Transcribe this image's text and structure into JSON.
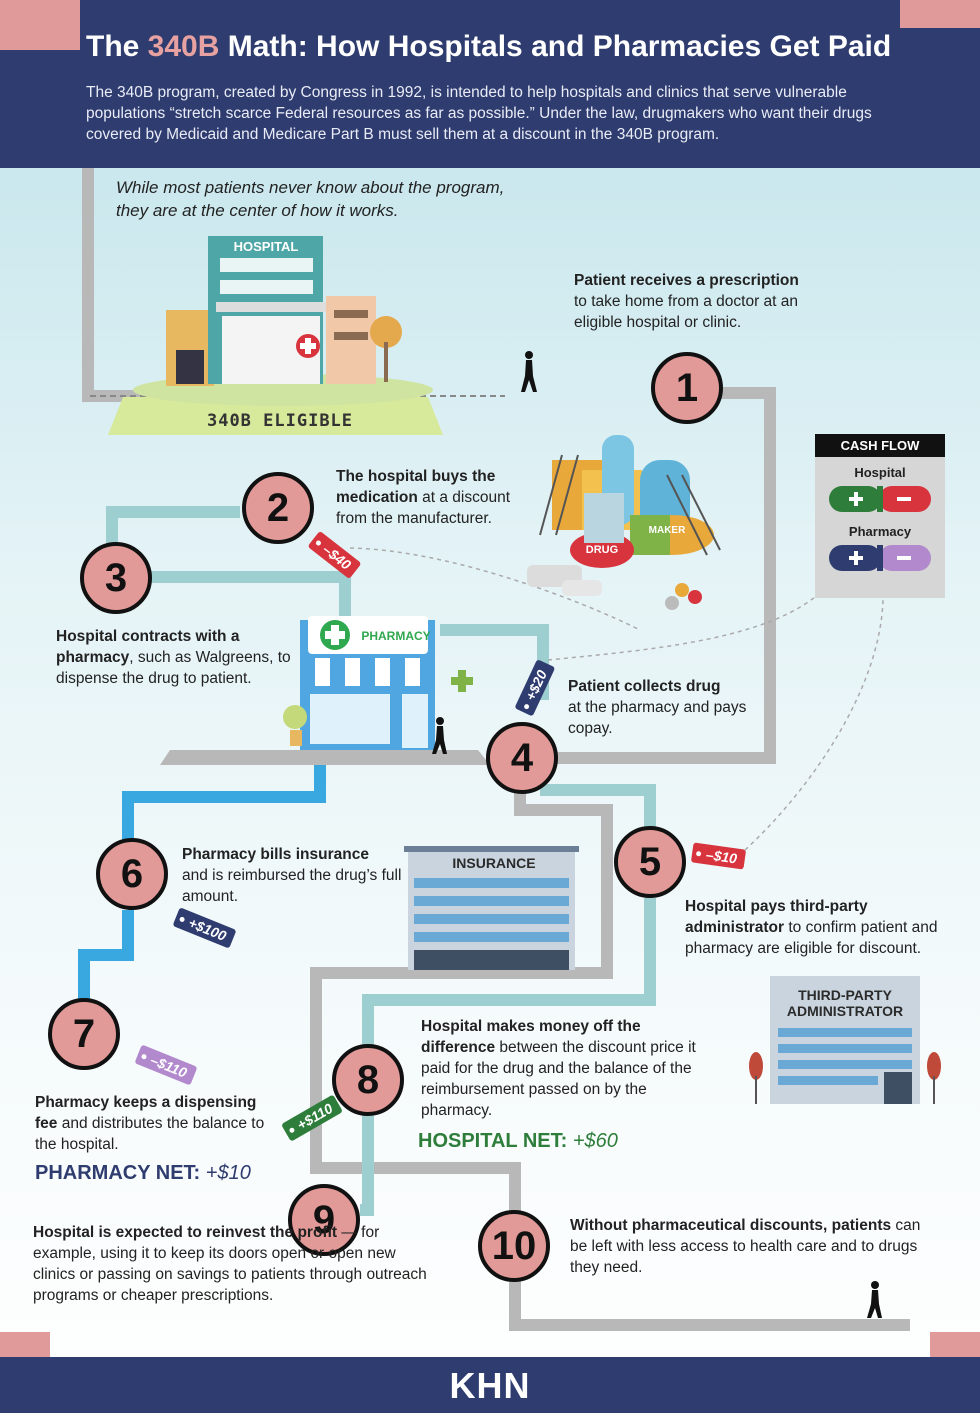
{
  "header": {
    "title_prefix": "The ",
    "title_highlight": "340B",
    "title_suffix": " Math: How Hospitals and Pharmacies Get Paid",
    "intro": "The 340B program, created by Congress in 1992, is intended to help hospitals and clinics that serve vulnerable populations “stretch scarce Federal resources as far as possible.” Under the law, drugmakers who want their drugs covered by Medicaid and Medicare Part B must sell them at a discount in the 340B program."
  },
  "intro_italic_1": "While most patients never know about the program,",
  "intro_italic_2": "they are at the center of how it works.",
  "labels": {
    "hospital": "HOSPITAL",
    "eligible": "340B ELIGIBLE",
    "pharmacy": "PHARMACY",
    "insurance": "INSURANCE",
    "tpa_1": "THIRD-PARTY",
    "tpa_2": "ADMINISTRATOR",
    "drug": "DRUG",
    "maker": "MAKER"
  },
  "cash_flow": {
    "title": "CASH FLOW",
    "hospital": "Hospital",
    "pharmacy": "Pharmacy",
    "colors": {
      "positive": "#2e7d3a",
      "hospital_negative": "#d8343e",
      "pharmacy_positive": "#2f3c6f",
      "pharmacy_negative": "#b189cc"
    }
  },
  "steps": [
    {
      "num": "1",
      "bold": "Patient receives a prescription",
      "rest": "to take home from a doctor at an eligible hospital or clinic."
    },
    {
      "num": "2",
      "bold": "The hospital buys the medication",
      "rest": "at a discount from the manufacturer."
    },
    {
      "num": "3",
      "bold": "Hospital contracts with a pharmacy",
      "rest": ", such as Walgreens, to dispense the drug to patient."
    },
    {
      "num": "4",
      "bold": "Patient collects drug",
      "rest": "at the pharmacy and pays copay."
    },
    {
      "num": "5",
      "bold": "Hospital pays third-party administrator",
      "rest": "to confirm patient and pharmacy are eligible for discount."
    },
    {
      "num": "6",
      "bold": "Pharmacy bills insurance",
      "rest": "and is reimbursed the drug’s full amount."
    },
    {
      "num": "7",
      "bold": "Pharmacy keeps a dispensing fee",
      "rest": "and distributes the balance to the hospital."
    },
    {
      "num": "8",
      "bold": "Hospital makes money off the difference",
      "rest": "between the discount price it paid for the drug and the balance of the reimbursement passed on by the pharmacy."
    },
    {
      "num": "9",
      "bold": "Hospital is expected to reinvest the profit",
      "rest": "— for example, using it to keep its doors open or open new clinics or passing on savings to patients through outreach programs or cheaper prescriptions."
    },
    {
      "num": "10",
      "bold": "Without pharmaceutical discounts, patients",
      "rest": "can be left with less access to health care and to drugs they need."
    }
  ],
  "tags": {
    "t2": "–$40",
    "t4": "+$20",
    "t5": "–$10",
    "t6": "+$100",
    "t7": "–$110",
    "t8": "+$110"
  },
  "nets": {
    "pharmacy_label": "PHARMACY NET:",
    "pharmacy_value": "+$10",
    "hospital_label": "HOSPITAL NET:",
    "hospital_value": "+$60",
    "colors": {
      "pharmacy": "#2f3c6f",
      "hospital": "#2e7d3a"
    }
  },
  "footer": {
    "logo": "KHN"
  }
}
